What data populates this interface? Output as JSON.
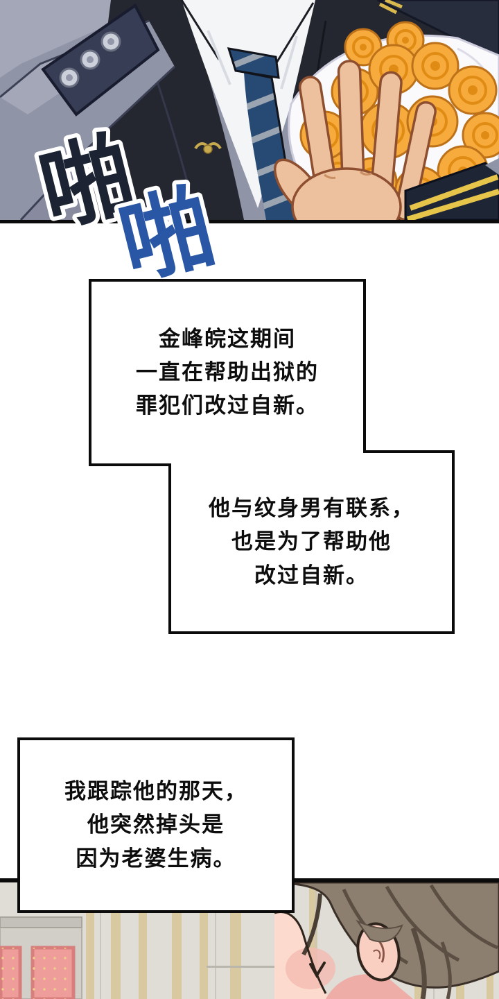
{
  "sfx": [
    {
      "text": "啪"
    },
    {
      "text": "啪"
    }
  ],
  "speech_boxes": [
    {
      "lines": [
        "金峰皖这期间",
        "一直在帮助出狱的",
        "罪犯们改过自新。"
      ]
    },
    {
      "lines": [
        "他与纹身男有联系，",
        "也是为了帮助他",
        "改过自新。"
      ]
    },
    {
      "lines": [
        "我跟踪他的那天，",
        "他突然掉头是",
        "因为老婆生病。"
      ]
    }
  ],
  "palette": {
    "sfx_dark_navy": "#1c2433",
    "sfx_blue": "#2a57a5",
    "suit_black": "#24272f",
    "suit_gray_purple": "#9094a7",
    "tie_navy": "#274a74",
    "tie_stripe_gray": "#9aa5b1",
    "rose_orange": "#f7ab3c",
    "rose_shadow": "#e08c14",
    "skin_hand": "#eec19e",
    "uniform_cuff_navy": "#1e2534",
    "cuff_gold": "#e7c44a",
    "wall_gray": "#e0ddd6",
    "wall_stripe_tan": "#d9c79c",
    "door_panel_red": "#ee9d9a",
    "hair_brown": "#8d7f6f",
    "skin_face": "#fcdacd",
    "panel_border_black": "#0b0b0b"
  }
}
